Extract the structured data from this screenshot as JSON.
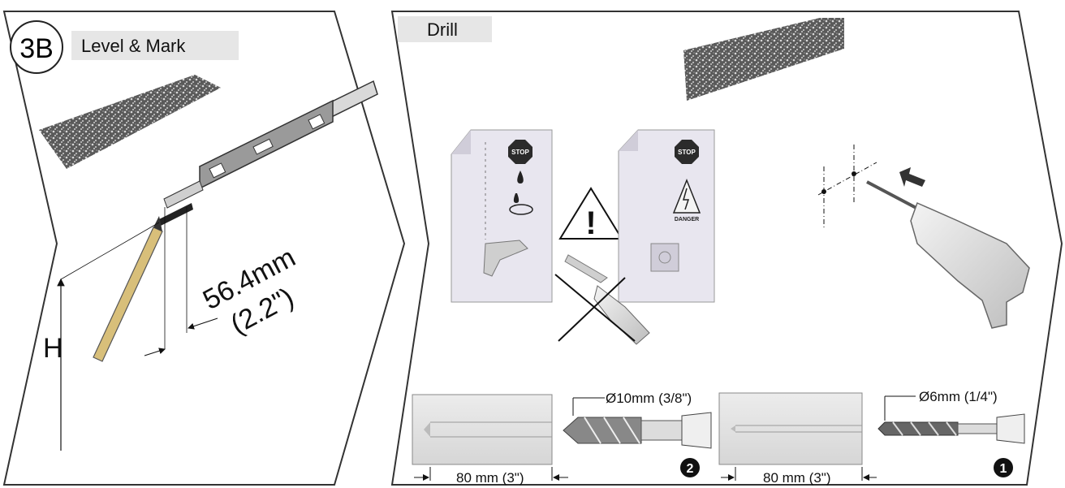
{
  "left_panel": {
    "step_badge": "3B",
    "title": "Level & Mark",
    "height_label": "H",
    "distance_mm": "56.4mm",
    "distance_in": "(2.2\")"
  },
  "right_panel": {
    "title": "Drill",
    "stop_sign_text": "STOP",
    "danger_text": "DANGER",
    "warning_glyph": "!",
    "bit_large": {
      "step_number": "2",
      "diameter_label": "Ø10mm (3/8\")",
      "depth_label": "80  mm (3\")"
    },
    "bit_small": {
      "step_number": "1",
      "diameter_label": "Ø6mm (1/4\")",
      "depth_label": "80  mm (3\")"
    }
  },
  "colors": {
    "panel_border": "#333333",
    "header_bg": "#e6e6e6",
    "stop_red": "#2b2b2b",
    "wall_panel": "#e8e6ef",
    "pencil": "#d8bf7a",
    "block_fill": "#e2e2e2"
  }
}
